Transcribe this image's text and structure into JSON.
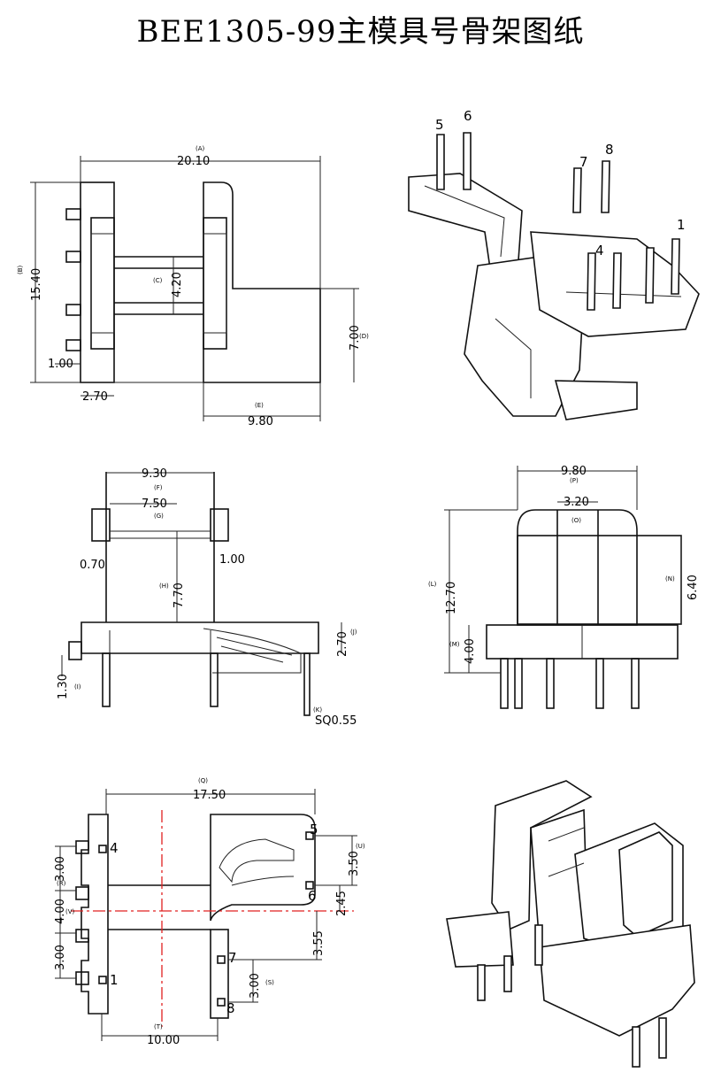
{
  "title": "BEE1305-99主模具号骨架图纸",
  "top_view": {
    "dims": {
      "a": "20.10",
      "b": "15.40",
      "c": "4.20",
      "d": "7.00",
      "e": "9.80",
      "f1": "1.00",
      "f2": "2.70"
    },
    "tags": {
      "a": "(A)",
      "b": "(B)",
      "c": "(C)",
      "d": "(D)",
      "e": "(E)"
    }
  },
  "iso_top": {
    "pins": [
      "1",
      "4",
      "5",
      "6",
      "7",
      "8"
    ]
  },
  "front_view": {
    "dims": {
      "f": "9.30",
      "g": "7.50",
      "h": "7.70",
      "w1": "0.70",
      "w2": "1.00",
      "j": "2.70",
      "k": "SQ0.55",
      "l": "1.30"
    },
    "tags": {
      "f": "(F)",
      "g": "(G)",
      "h": "(H)",
      "j": "(J)",
      "k": "(K)",
      "l": "(I)"
    }
  },
  "side_view": {
    "dims": {
      "p": "9.80",
      "o": "3.20",
      "l": "12.70",
      "n": "6.40",
      "m": "4.00"
    },
    "tags": {
      "p": "(P)",
      "o": "(O)",
      "l": "(L)",
      "n": "(N)",
      "m": "(M)"
    }
  },
  "bottom_view": {
    "dims": {
      "q": "17.50",
      "t": "10.00",
      "u": "3.50",
      "v": "2.45",
      "w": "3.55",
      "s": "3.00",
      "r1": "3.00",
      "r2": "4.00",
      "r3": "3.00"
    },
    "tags": {
      "q": "(Q)",
      "t": "(T)",
      "u": "(U)",
      "s": "(S)",
      "r": "(R)",
      "v": "(V)"
    },
    "pins": [
      "1",
      "4",
      "5",
      "6",
      "7",
      "8"
    ]
  },
  "colors": {
    "centerline": "#e02020",
    "line": "#111111"
  }
}
